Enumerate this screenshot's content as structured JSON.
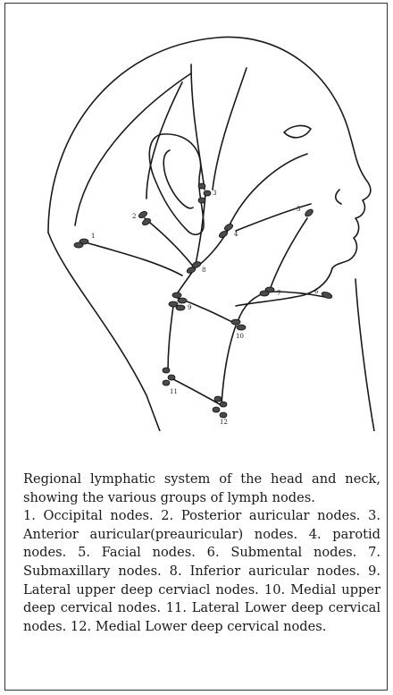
{
  "diagram": {
    "node_labels": [
      "1",
      "2",
      "3",
      "4",
      "5",
      "6",
      "7",
      "8",
      "9",
      "10",
      "11",
      "12"
    ]
  },
  "caption": {
    "summary": "Regional lymphatic system of the head and neck, showing the various groups of lymph nodes.",
    "legend": "1. Occipital nodes. 2. Posterior auricular nodes. 3. Anterior auricular(preauricular) nodes. 4. parotid nodes. 5. Facial nodes. 6. Submental nodes. 7. Submaxillary nodes. 8. Inferior auricular nodes. 9. Lateral upper deep cerviacl nodes. 10. Medial upper deep cervical nodes. 11. Lateral Lower deep cervical nodes. 12. Medial Lower deep cervical nodes."
  }
}
